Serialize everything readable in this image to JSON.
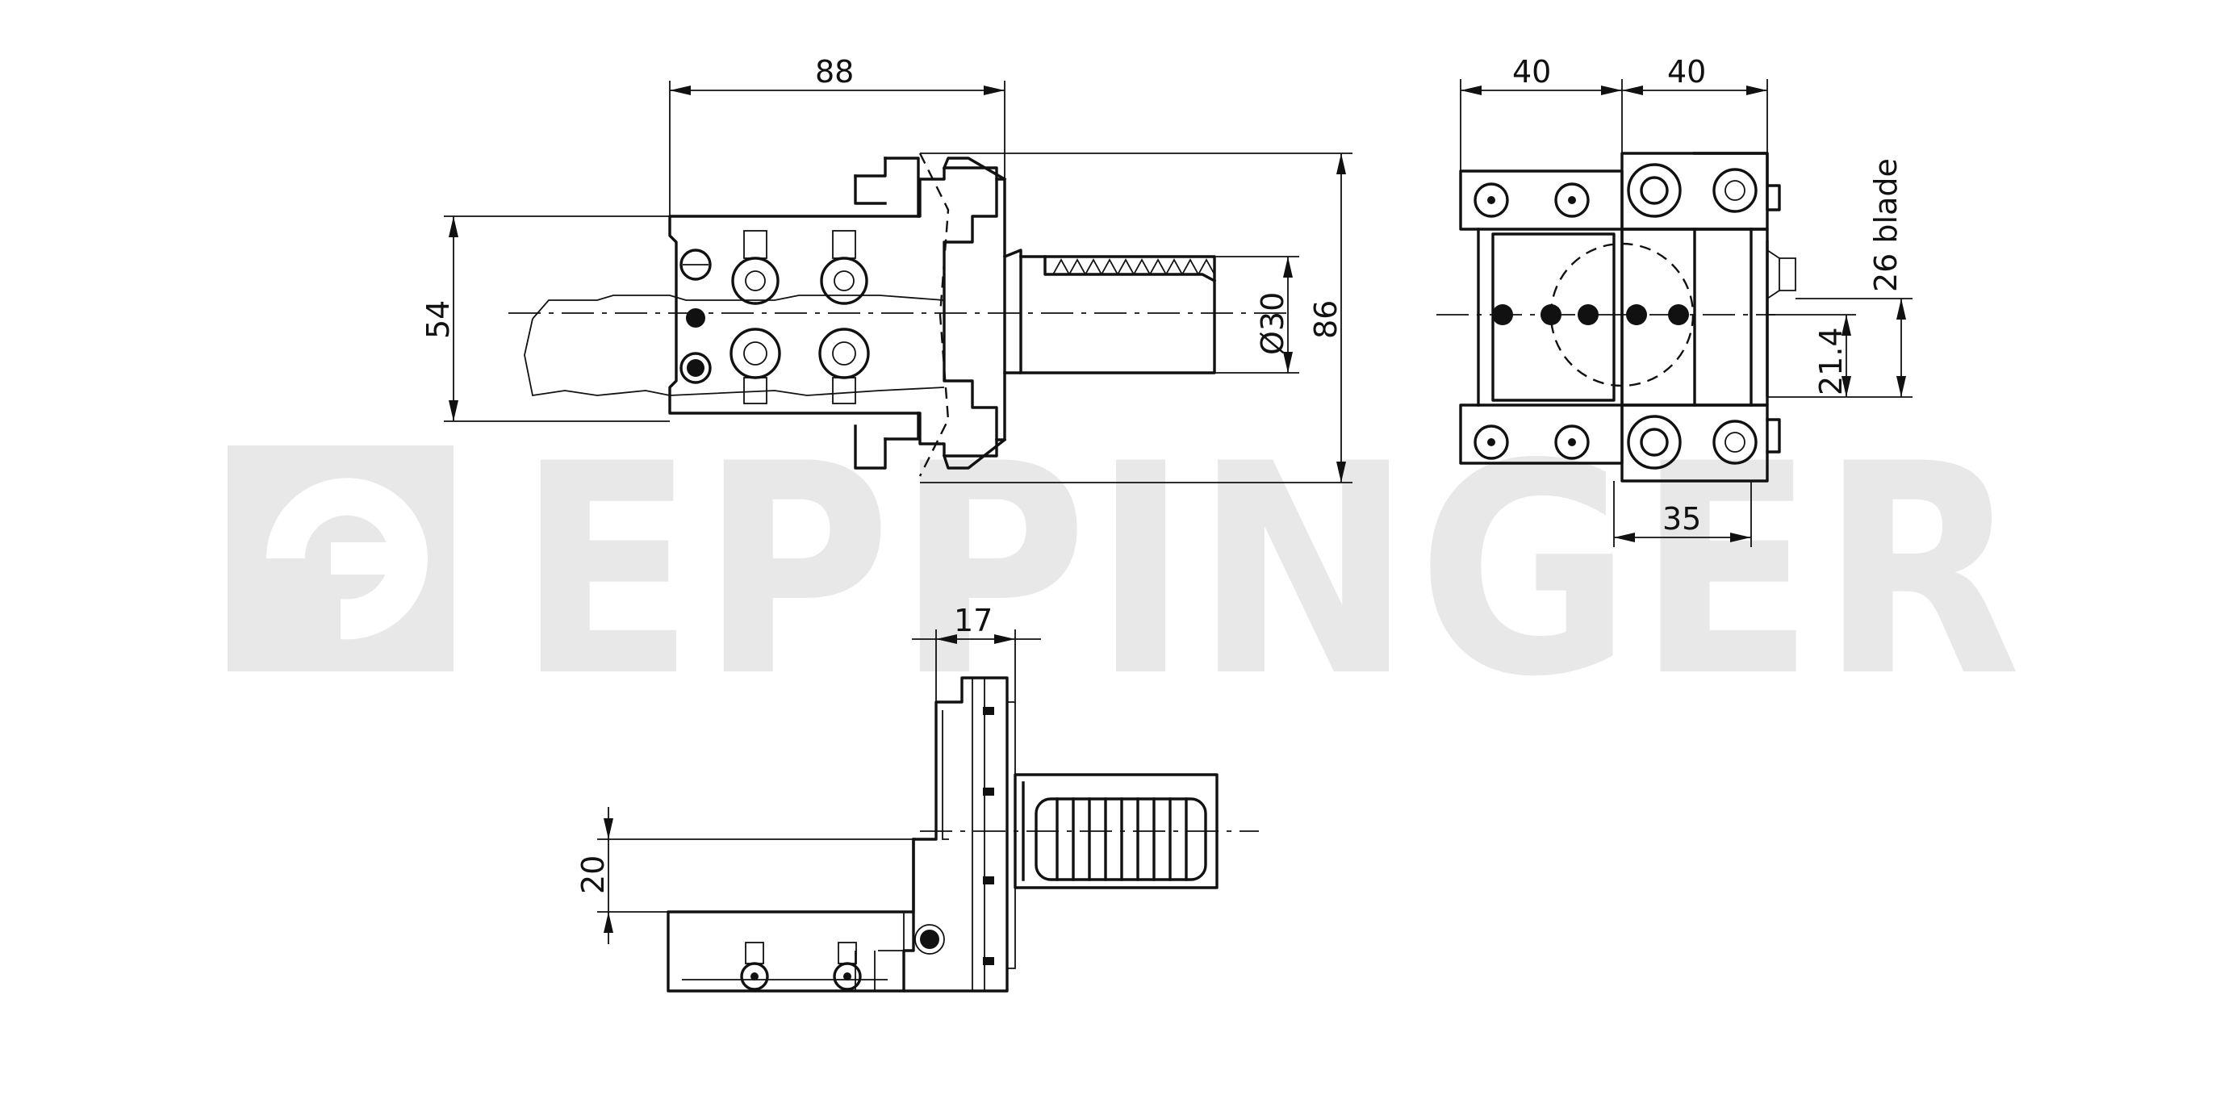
{
  "watermark": {
    "text": "EPPINGER",
    "color": "#e8e8e8"
  },
  "dimensions": {
    "top_width": "88",
    "left_height": "54",
    "shank_diameter": "Ø30",
    "total_height": "86",
    "right_left_width": "40",
    "right_right_width": "40",
    "blade_height": "26 blade",
    "center_height": "21.4",
    "bottom_width": "35",
    "bottom_view_width": "17",
    "bottom_view_height": "20"
  },
  "colors": {
    "line": "#111111",
    "background": "#ffffff"
  }
}
